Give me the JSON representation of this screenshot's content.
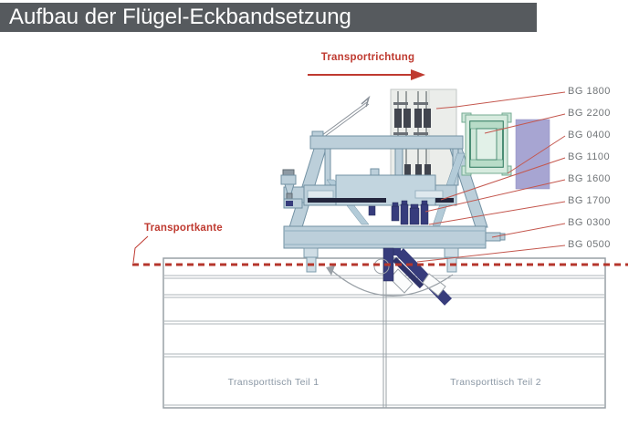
{
  "title": "Aufbau der Flügel-Eckbandsetzung",
  "diagram": {
    "transport_direction": "Transportrichtung",
    "transport_edge": "Transportkante",
    "part_labels": [
      {
        "text": "BG 1800"
      },
      {
        "text": "BG 2200"
      },
      {
        "text": "BG 0400"
      },
      {
        "text": "BG 1100"
      },
      {
        "text": "BG 1600"
      },
      {
        "text": "BG 1700"
      },
      {
        "text": "BG 0300"
      },
      {
        "text": "BG 0500"
      }
    ],
    "tables": [
      {
        "label": "Transporttisch Teil 1"
      },
      {
        "label": "Transporttisch Teil 2"
      }
    ],
    "colors": {
      "accent_red": "#bf3a30",
      "machine_blue": "#bccfda",
      "component_green": "#cde6d9",
      "component_purple": "#a7a5d2",
      "tool_navy": "#373c7c",
      "part_label_gray": "#717578",
      "title_bar_gray": "#565a5e"
    }
  }
}
